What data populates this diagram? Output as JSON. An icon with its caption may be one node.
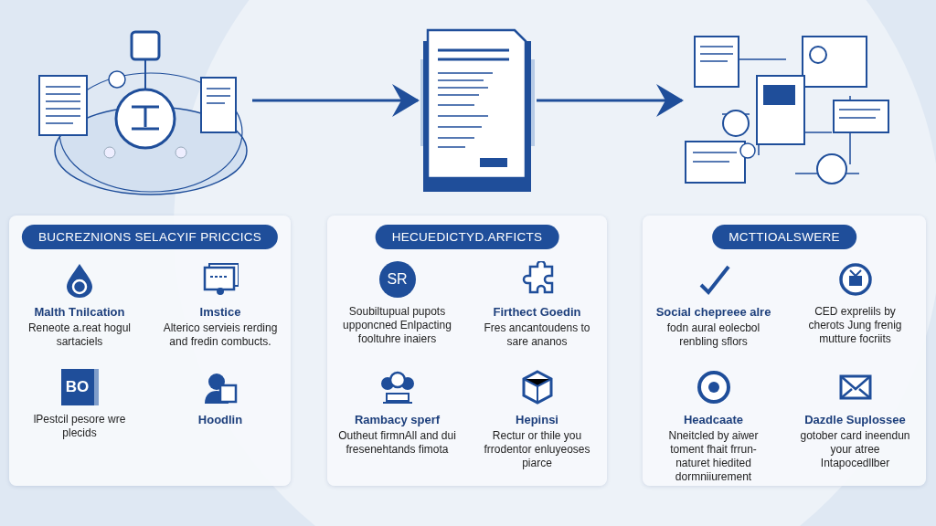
{
  "diagram": {
    "nodes": [
      {
        "text": [],
        "shape": "picture"
      },
      {
        "text": [],
        "shape": "picture"
      },
      {
        "text": [],
        "shape": "picture"
      },
      {
        "text": [
          "BUCREZNIONS SELACYIF PRICCICS",
          "Malth Tnilcation",
          "Reneote a.reat hogul sartaciels",
          "Imstice",
          "Alterico servieis rerding and fredin combucts.",
          "lPestcil pesore wre plecids",
          "Hoodlin"
        ]
      },
      {
        "text": [
          "HECUEDICTYD.ARFICTS",
          "Soubiltupual pupots upponcned Enlpacting fooltuhre inaiers",
          "Firthect Goedin",
          "Fres ancantoudens to sare ananos",
          "Rambacy sperf",
          "Outheut firmnAll and dui fresenehtands fimota",
          "Hepinsi",
          "Rectur or thile you frrodentor enluyeoses piarce"
        ]
      },
      {
        "text": [
          "MCTTIOALSWERE",
          "Social chepreee alre",
          "fodn aural eolecbol renbling sflors",
          "CED exprelils by cherots Jung frenig mutture focriits",
          "Headcaate",
          "Nneitcled by aiwer toment fhait frrun- naturet hiedited dormniiurement",
          "Dazdle Suplossee",
          "gotober card ineendun your atree Intapocedllber"
        ]
      }
    ],
    "edges": [
      {
        "from": 0,
        "to": 1,
        "arrow": "to"
      },
      {
        "from": 1,
        "to": 2,
        "arrow": "to"
      }
    ],
    "labels": [
      "SR",
      "BO"
    ]
  }
}
